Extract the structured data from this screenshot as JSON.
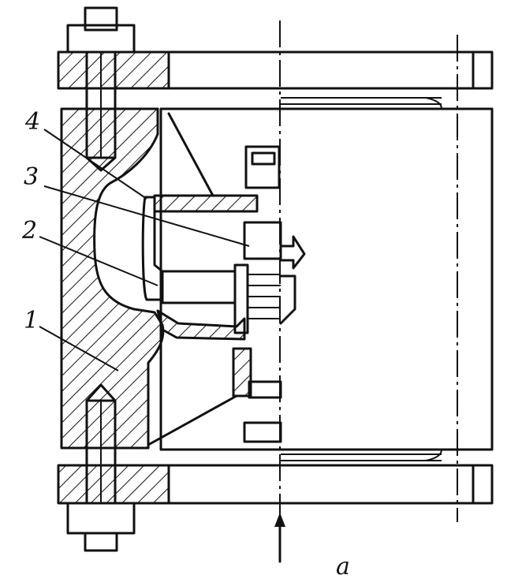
{
  "labels": {
    "part_1": "1",
    "part_2": "2",
    "part_3": "3",
    "part_4": "4"
  },
  "caption": "a",
  "colors": {
    "ink": "#111111",
    "paper": "#ffffff"
  }
}
